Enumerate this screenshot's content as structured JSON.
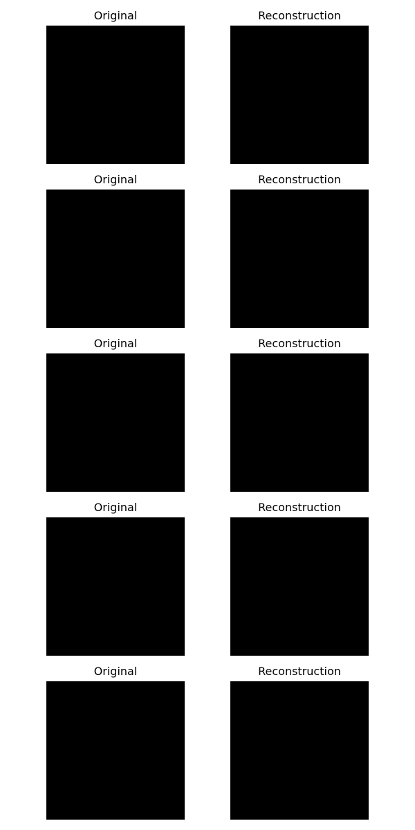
{
  "colors": {
    "background": "#ffffff",
    "image_fill": "#000000",
    "title_text": "#000000"
  },
  "rows": [
    {
      "original": {
        "title": "Original"
      },
      "reconstruction": {
        "title": "Reconstruction"
      }
    },
    {
      "original": {
        "title": "Original"
      },
      "reconstruction": {
        "title": "Reconstruction"
      }
    },
    {
      "original": {
        "title": "Original"
      },
      "reconstruction": {
        "title": "Reconstruction"
      }
    },
    {
      "original": {
        "title": "Original"
      },
      "reconstruction": {
        "title": "Reconstruction"
      }
    },
    {
      "original": {
        "title": "Original"
      },
      "reconstruction": {
        "title": "Reconstruction"
      }
    }
  ]
}
